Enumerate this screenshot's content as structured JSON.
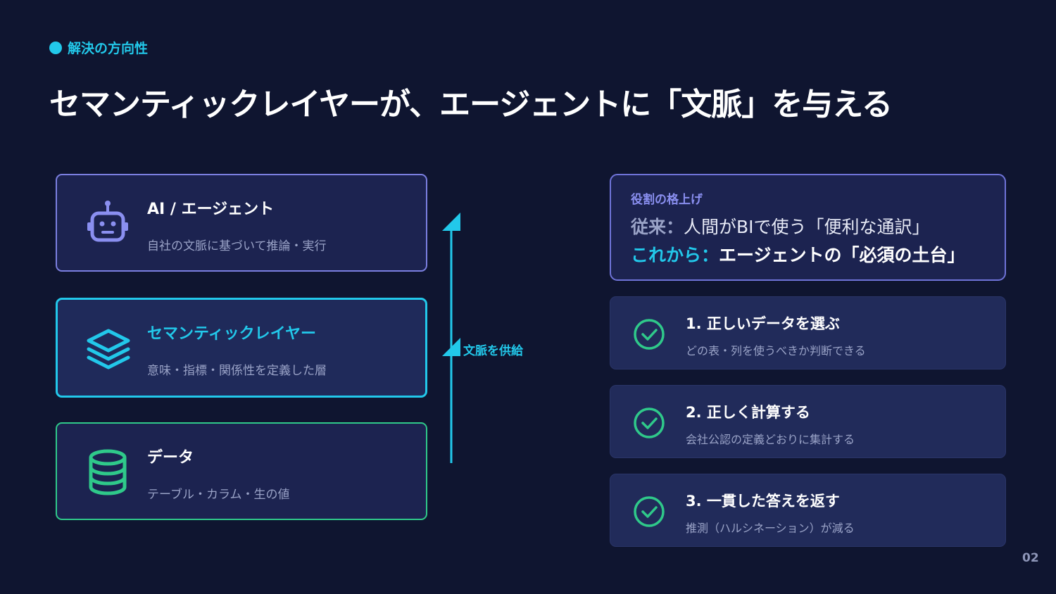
{
  "eyebrow": "解決の方向性",
  "title": "セマンティックレイヤーが、エージェントに「文脈」を与える",
  "stack": [
    {
      "title": "AI / エージェント",
      "subtitle": "自社の文脈に基づいて推論・実行",
      "icon": "robot-icon",
      "color": "#7b7fe0"
    },
    {
      "title": "セマンティックレイヤー",
      "subtitle": "意味・指標・関係性を定義した層",
      "icon": "layers-icon",
      "color": "#22c8ea"
    },
    {
      "title": "データ",
      "subtitle": "テーブル・カラム・生の値",
      "icon": "database-icon",
      "color": "#2fc98a"
    }
  ],
  "arrow_label": "文脈を供給",
  "role": {
    "heading": "役割の格上げ",
    "before_label": "従来：",
    "before_text": "人間がBIで使う「便利な通訳」",
    "after_label": "これから：",
    "after_text": "エージェントの「必須の土台」"
  },
  "steps": [
    {
      "title": "1. 正しいデータを選ぶ",
      "subtitle": "どの表・列を使うべきか判断できる"
    },
    {
      "title": "2. 正しく計算する",
      "subtitle": "会社公認の定義どおりに集計する"
    },
    {
      "title": "3. 一貫した答えを返す",
      "subtitle": "推測（ハルシネーション）が減る"
    }
  ],
  "page_number": "02",
  "colors": {
    "background": "#0f1530",
    "accent_cyan": "#22c8ea",
    "accent_purple": "#7b7fe0",
    "accent_green": "#2fc98a"
  }
}
